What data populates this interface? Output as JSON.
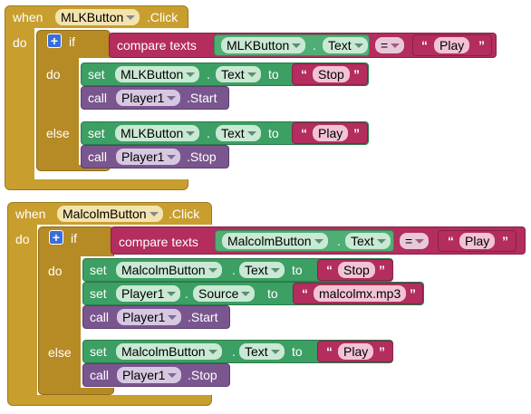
{
  "blocks": {
    "mlk": {
      "when": "when",
      "component": "MLKButton",
      "event": ".Click",
      "do": "do",
      "if": "if",
      "do2": "do",
      "else": "else",
      "compare": "compare texts",
      "cmp_component": "MLKButton",
      "cmp_prop": "Text",
      "operator": "=",
      "literal_play": "Play",
      "set": "set",
      "to": "to",
      "set1_component": "MLKButton",
      "set1_prop": "Text",
      "set1_value": "Stop",
      "call": "call",
      "call1_component": "Player1",
      "call1_method": ".Start",
      "set2_component": "MLKButton",
      "set2_prop": "Text",
      "set2_value": "Play",
      "call2_component": "Player1",
      "call2_method": ".Stop",
      "dot": "."
    },
    "malcolm": {
      "when": "when",
      "component": "MalcolmButton",
      "event": ".Click",
      "do": "do",
      "if": "if",
      "do2": "do",
      "else": "else",
      "compare": "compare texts",
      "cmp_component": "MalcolmButton",
      "cmp_prop": "Text",
      "operator": "=",
      "literal_play": "Play",
      "set": "set",
      "to": "to",
      "set1_component": "MalcolmButton",
      "set1_prop": "Text",
      "set1_value": "Stop",
      "set2_component": "Player1",
      "set2_prop": "Source",
      "set2_value": "malcolmx.mp3",
      "call": "call",
      "call1_component": "Player1",
      "call1_method": ".Start",
      "set3_component": "MalcolmButton",
      "set3_prop": "Text",
      "set3_value": "Play",
      "call2_component": "Player1",
      "call2_method": ".Stop",
      "dot": "."
    }
  }
}
